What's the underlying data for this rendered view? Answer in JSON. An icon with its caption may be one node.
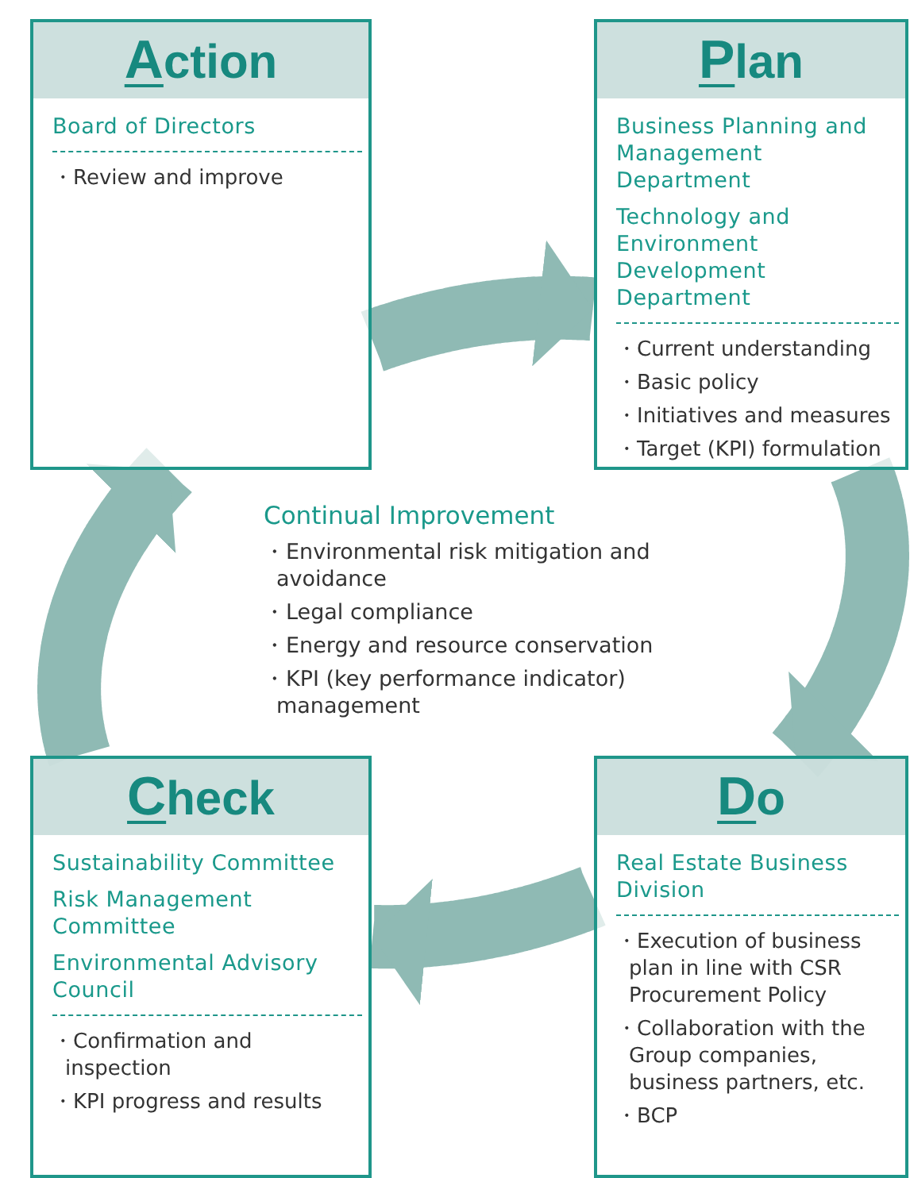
{
  "diagram": {
    "nodes": [
      {
        "text": [
          "Action",
          "Board of Directors",
          "・Review and improve"
        ]
      },
      {
        "text": [
          "Plan",
          "Business Planning and Management Department",
          "Technology and Environment Development Department",
          "・Current understanding",
          "・Basic policy",
          "・Initiatives and measures",
          "・Target (KPI) formulation"
        ]
      },
      {
        "text": [
          "Check",
          "Sustainability Committee",
          "Risk Management Committee",
          "Environmental Advisory Council",
          "・Confirmation and inspection",
          "・KPI progress and results"
        ]
      },
      {
        "text": [
          "Do",
          "Real Estate Business Division",
          "・Execution of business plan in line with CSR Procurement Policy",
          "・Collaboration with the Group companies, business partners, etc.",
          "・BCP"
        ]
      }
    ],
    "edges": [
      {
        "from": 0,
        "to": 1,
        "arrow": "to"
      },
      {
        "from": 1,
        "to": 3,
        "arrow": "to"
      },
      {
        "from": 3,
        "to": 2,
        "arrow": "to"
      },
      {
        "from": 2,
        "to": 0,
        "arrow": "to"
      }
    ],
    "labels": [
      "Continual Improvement",
      "・Environmental risk mitigation and avoidance",
      "・Legal compliance",
      "・Energy and resource conservation",
      "・KPI (key performance indicator) management"
    ]
  }
}
